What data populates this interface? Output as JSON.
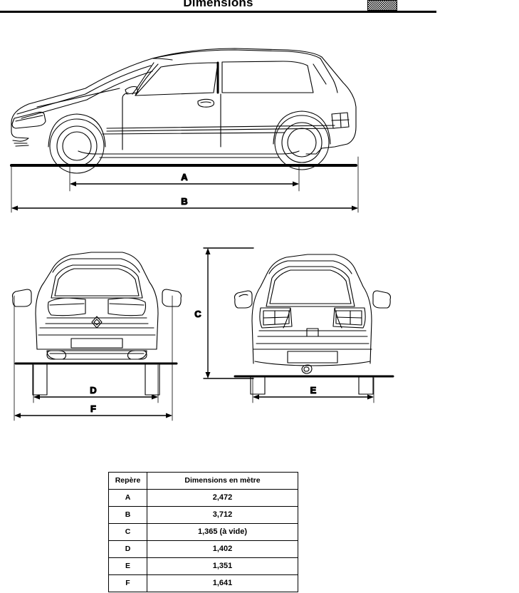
{
  "header": {
    "title": "Dimensions",
    "logo_icon": "halftone-logo-icon"
  },
  "figures": {
    "side_view": {
      "name": "car-side-view",
      "description": "Three-door hatchback side elevation line drawing",
      "dimension_labels": [
        "A",
        "B"
      ]
    },
    "front_view": {
      "name": "car-front-view",
      "description": "Front elevation line drawing with manufacturer diamond emblem",
      "dimension_labels": [
        "D",
        "F"
      ]
    },
    "rear_view": {
      "name": "car-rear-view",
      "description": "Rear elevation line drawing with tow hook",
      "dimension_labels": [
        "C",
        "E"
      ]
    }
  },
  "dimension_callouts": {
    "A": "A",
    "B": "B",
    "C": "C",
    "D": "D",
    "E": "E",
    "F": "F"
  },
  "table": {
    "name": "dimensions-table",
    "columns": [
      "Repère",
      "Dimensions en mètre"
    ],
    "rows": [
      {
        "ref": "A",
        "value": "2,472"
      },
      {
        "ref": "B",
        "value": "3,712"
      },
      {
        "ref": "C",
        "value": "1,365  (à vide)"
      },
      {
        "ref": "D",
        "value": "1,402"
      },
      {
        "ref": "E",
        "value": "1,351"
      },
      {
        "ref": "F",
        "value": "1,641"
      }
    ]
  },
  "colors": {
    "ink": "#000000",
    "paper": "#ffffff"
  }
}
